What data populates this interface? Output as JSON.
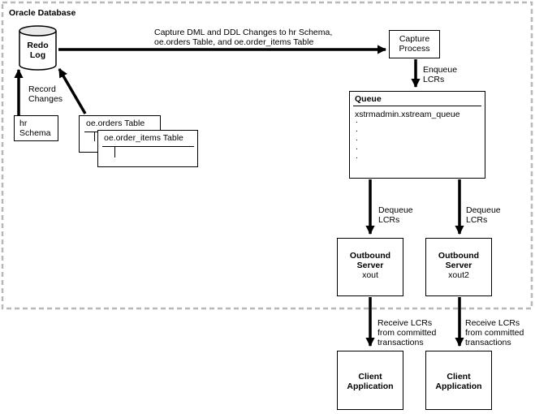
{
  "diagram": {
    "region_label": "Oracle Database",
    "redo_log": {
      "line1": "Redo",
      "line2": "Log"
    },
    "capture_label": {
      "line1": "Capture DML and DDL Changes to hr Schema,",
      "line2": "oe.orders Table, and oe.order_items Table"
    },
    "capture_process": {
      "line1": "Capture",
      "line2": "Process"
    },
    "enqueue": {
      "line1": "Enqueue",
      "line2": "LCRs"
    },
    "record_changes": {
      "line1": "Record",
      "line2": "Changes"
    },
    "hr_schema": {
      "line1": "hr",
      "line2": "Schema"
    },
    "orders_table": "oe.orders Table",
    "order_items_table": "oe.order_items Table",
    "queue": {
      "title": "Queue",
      "name": "xstrmadmin.xstream_queue",
      "dots": [
        ".",
        ".",
        ".",
        ".",
        "."
      ]
    },
    "dequeue_left": {
      "line1": "Dequeue",
      "line2": "LCRs"
    },
    "dequeue_right": {
      "line1": "Dequeue",
      "line2": "LCRs"
    },
    "outbound_left": {
      "line1": "Outbound",
      "line2": "Server",
      "name": "xout"
    },
    "outbound_right": {
      "line1": "Outbound",
      "line2": "Server",
      "name": "xout2"
    },
    "receive_left": {
      "line1": "Receive LCRs",
      "line2": "from committed",
      "line3": "transactions"
    },
    "receive_right": {
      "line1": "Receive LCRs",
      "line2": "from committed",
      "line3": "transactions"
    },
    "client_left": {
      "line1": "Client",
      "line2": "Application"
    },
    "client_right": {
      "line1": "Client",
      "line2": "Application"
    }
  }
}
